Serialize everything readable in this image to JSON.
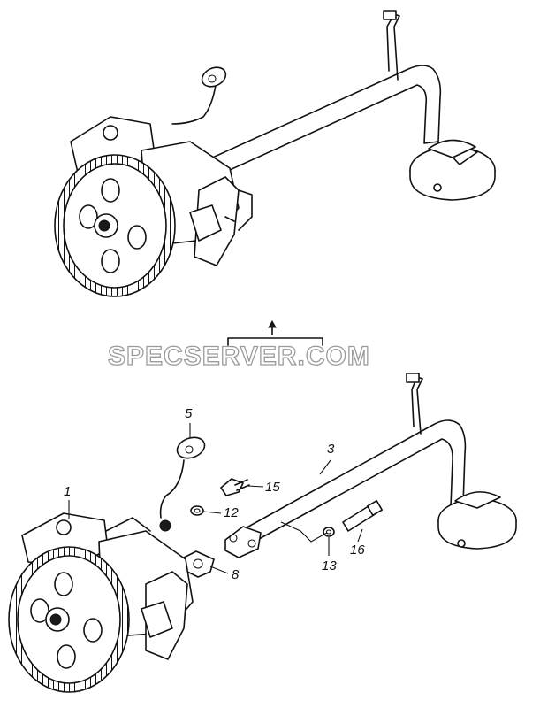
{
  "watermark": "SPECSERVER.COM",
  "callouts": [
    {
      "id": "1",
      "text": "1"
    },
    {
      "id": "3",
      "text": "3"
    },
    {
      "id": "5",
      "text": "5"
    },
    {
      "id": "8",
      "text": "8"
    },
    {
      "id": "12",
      "text": "12"
    },
    {
      "id": "13",
      "text": "13"
    },
    {
      "id": "15",
      "text": "15"
    },
    {
      "id": "16",
      "text": "16"
    }
  ]
}
